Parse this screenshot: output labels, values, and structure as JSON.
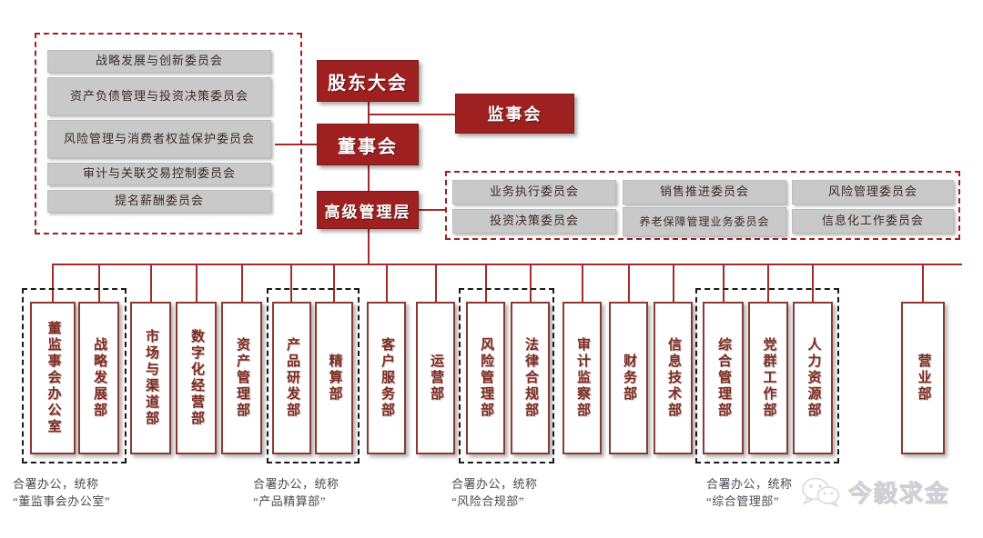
{
  "chart_type": "organization-chart",
  "colors": {
    "primary_red": "#9e2021",
    "line_red": "#a32b2b",
    "committee_gray": "#c9c9c9",
    "dept_border": "#8a3a33",
    "dept_text": "#7a2d25"
  },
  "governance": {
    "shareholders": "股东大会",
    "supervisors": "监事会",
    "board": "董事会",
    "senior_management": "高级管理层"
  },
  "board_committees": {
    "items": [
      "战略发展与创新委员会",
      "资产负债管理与投资决策委员会",
      "风险管理与消费者权益保护委员会",
      "审计与关联交易控制委员会",
      "提名薪酬委员会"
    ]
  },
  "management_committees": {
    "items": [
      "业务执行委员会",
      "销售推进委员会",
      "风险管理委员会",
      "投资决策委员会",
      "养老保障管理业务委员会",
      "信息化工作委员会"
    ]
  },
  "departments": [
    {
      "name": "董监事会办公室",
      "group": "board-office"
    },
    {
      "name": "战略发展部",
      "group": "board-office"
    },
    {
      "name": "市场与渠道部",
      "group": ""
    },
    {
      "name": "数字化经营部",
      "group": ""
    },
    {
      "name": "资产管理部",
      "group": ""
    },
    {
      "name": "产品研发部",
      "group": "product-actuarial"
    },
    {
      "name": "精算部",
      "group": "product-actuarial"
    },
    {
      "name": "客户服务部",
      "group": ""
    },
    {
      "name": "运营部",
      "group": ""
    },
    {
      "name": "风险管理部",
      "group": "risk-compliance"
    },
    {
      "name": "法律合规部",
      "group": "risk-compliance"
    },
    {
      "name": "审计监察部",
      "group": ""
    },
    {
      "name": "财务部",
      "group": ""
    },
    {
      "name": "信息技术部",
      "group": ""
    },
    {
      "name": "综合管理部",
      "group": "general-admin"
    },
    {
      "name": "党群工作部",
      "group": "general-admin"
    },
    {
      "name": "人力资源部",
      "group": "general-admin"
    },
    {
      "name": "营业部",
      "group": ""
    }
  ],
  "footnotes": [
    "合署办公，统称\n“董监事会办公室”",
    "合署办公，统称\n“产品精算部”",
    "合署办公，统称\n“风险合规部”",
    "合署办公，统称\n“综合管理部”"
  ],
  "watermark": {
    "icon": "wechat-icon",
    "text": "今毅求金"
  }
}
